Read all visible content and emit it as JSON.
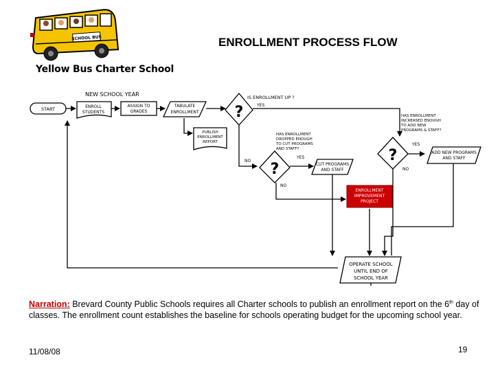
{
  "header": {
    "school_name": "Yellow Bus Charter School",
    "bus_sign": "SCHOOL BUS",
    "title": "ENROLLMENT PROCESS FLOW"
  },
  "flow": {
    "section_label": "NEW SCHOOL YEAR",
    "start": "START",
    "enroll": [
      "ENROLL",
      "STUDENTS"
    ],
    "assign": [
      "ASSIGN TO",
      "GRADES"
    ],
    "tabulate": [
      "TABULATE",
      "ENROLLMENT"
    ],
    "publish": [
      "PUBLISH",
      "ENROLLMENT",
      "REPORT"
    ],
    "decision_symbol": "?",
    "q_enrollment_up": "IS ENROLLMENT UP ?",
    "q_dropped": [
      "HAS ENROLLMENT",
      "DROPPED ENOUGH",
      "TO CUT PROGRAMS",
      "AND STAFF?"
    ],
    "q_increased": [
      "HAS ENROLLMENT",
      "INCREASED  ENOUGH",
      "TO ADD NEW",
      "PROGRAMS & STAFF?"
    ],
    "cut_programs": [
      "CUT PROGRAMS",
      "AND STAFF"
    ],
    "add_programs": [
      "ADD NEW PROGRAMS",
      "AND STAFF"
    ],
    "improvement": [
      "ENROLLMENT",
      "IMPROVEMENT",
      "PROJECT"
    ],
    "operate": [
      "OPERATE SCHOOL",
      "UNTIL END OF",
      "SCHOOL YEAR"
    ],
    "yes": "YES",
    "no": "NO"
  },
  "narration": {
    "label": "Narration:",
    "part1": "  Brevard County Public Schools requires all Charter schools to publish an enrollment report on the 6",
    "sup": "th",
    "part2": " day of classes.  The enrollment count establishes the baseline for schools operating budget for the upcoming school year."
  },
  "footer": {
    "date": "11/08/08",
    "page": "19"
  },
  "colors": {
    "accent_red": "#cc0000",
    "bus_yellow": "#f5c400"
  }
}
